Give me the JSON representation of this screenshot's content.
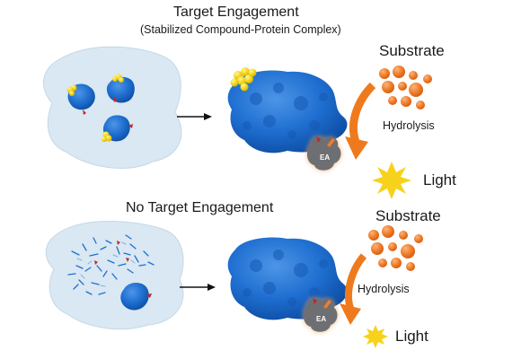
{
  "top": {
    "title": "Target Engagement",
    "subtitle": "(Stabilized Compound-Protein Complex)",
    "substrate": "Substrate",
    "hydrolysis": "Hydrolysis",
    "light": "Light",
    "ea": "EA"
  },
  "bottom": {
    "title": "No Target Engagement",
    "substrate": "Substrate",
    "hydrolysis": "Hydrolysis",
    "light": "Light",
    "ea": "EA"
  },
  "colors": {
    "protein": "#1f6fd1",
    "protein_dark": "#0d4da3",
    "cell": "#d9e8f2",
    "substrate": "#f07c2a",
    "compound": "#f5d516",
    "light": "#f7d21a",
    "arrow_orange": "#ef7a1d",
    "ea": "#6d6f73",
    "glow": "#f0a35a"
  }
}
